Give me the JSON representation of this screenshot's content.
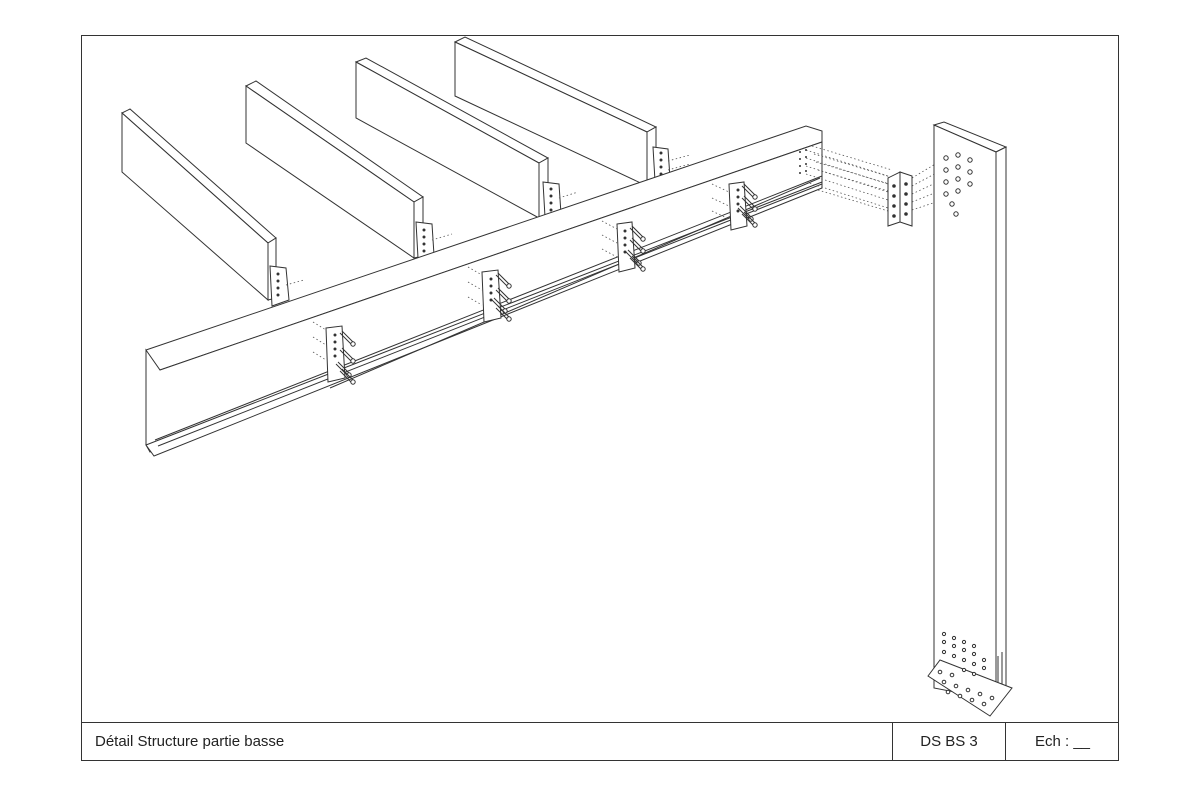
{
  "drawing": {
    "description_label": "Détail Structure partie basse",
    "code": "DS BS 3",
    "scale": "Ech : __"
  },
  "colors": {
    "line": "#333333",
    "paper": "#ffffff"
  }
}
